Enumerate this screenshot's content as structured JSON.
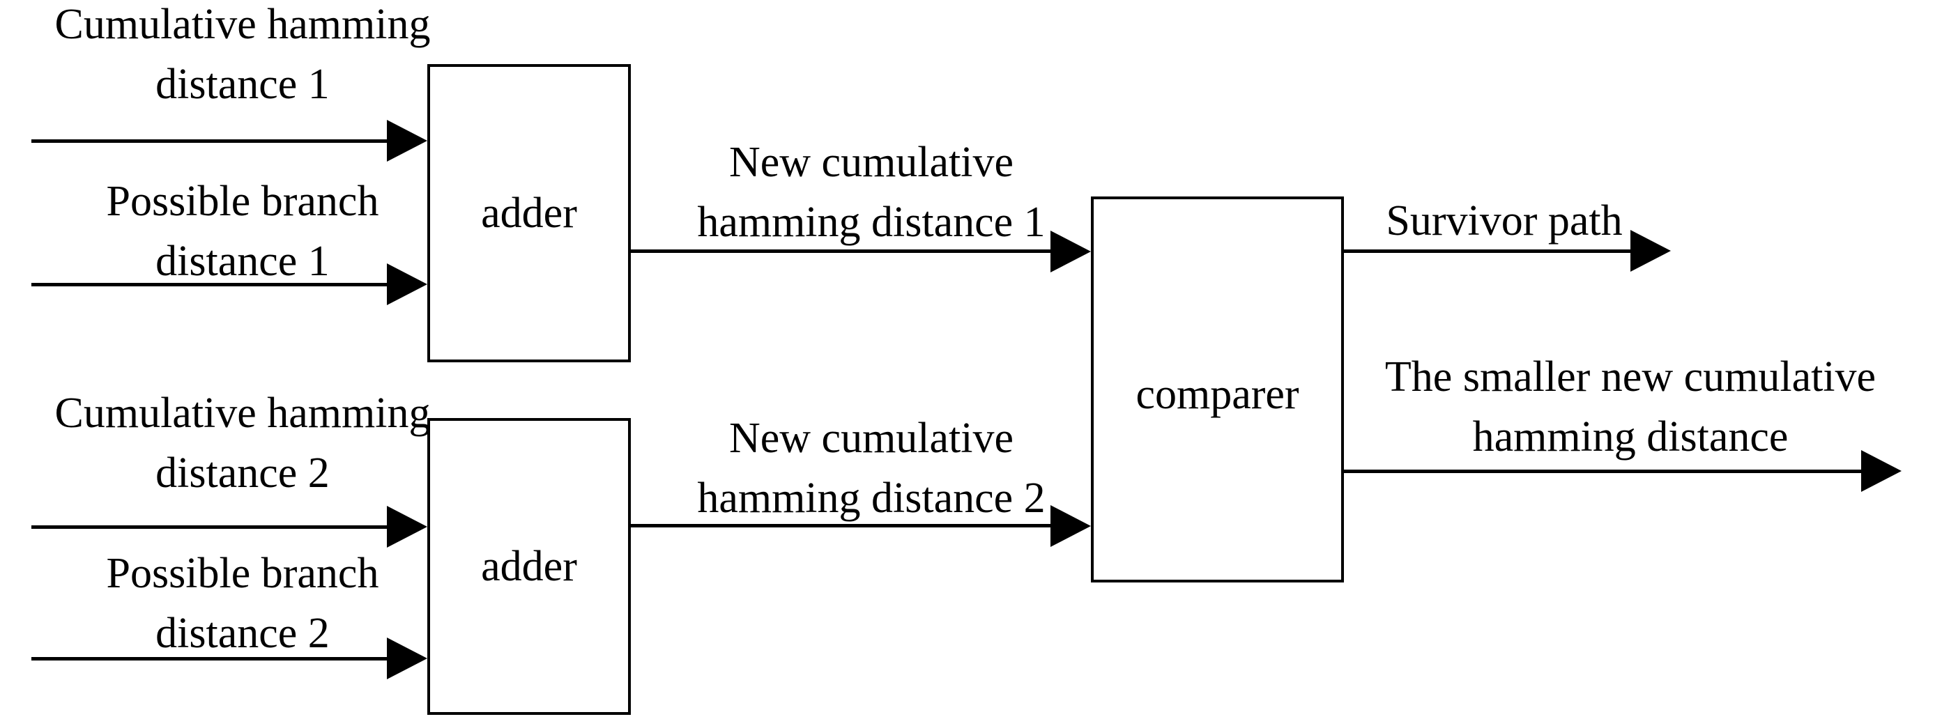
{
  "diagram": {
    "title_hint": "add-compare-select unit of a Viterbi decoder",
    "background_color": "#ffffff",
    "line_color": "#000000",
    "blocks": {
      "adder1": {
        "label": "adder"
      },
      "adder2": {
        "label": "adder"
      },
      "comparer": {
        "label": "comparer"
      }
    },
    "input_labels": {
      "cum1": {
        "line1": "Cumulative hamming",
        "line2": "distance 1"
      },
      "poss1": {
        "line1": "Possible branch",
        "line2": "distance 1"
      },
      "cum2": {
        "line1": "Cumulative hamming",
        "line2": "distance 2"
      },
      "poss2": {
        "line1": "Possible branch",
        "line2": "distance 2"
      }
    },
    "intermediate_labels": {
      "new1": {
        "line1": "New cumulative",
        "line2": "hamming distance 1"
      },
      "new2": {
        "line1": "New cumulative",
        "line2": "hamming distance 2"
      }
    },
    "output_labels": {
      "survivor": {
        "line1": "Survivor path"
      },
      "smaller": {
        "line1": "The smaller new cumulative",
        "line2": "hamming distance"
      }
    }
  }
}
